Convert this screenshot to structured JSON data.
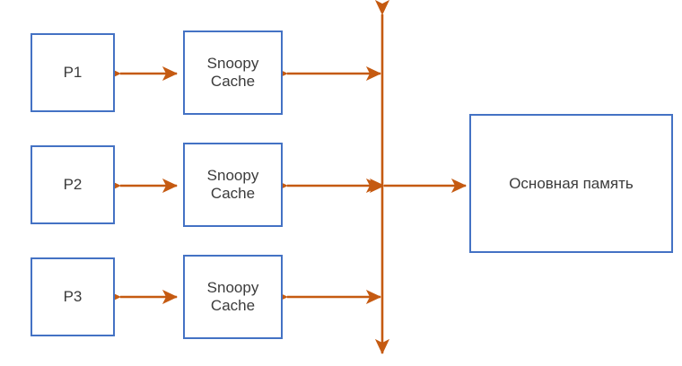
{
  "diagram": {
    "title": "Snoopy cache coherence bus diagram",
    "colors": {
      "box_border": "#4472C4",
      "arrow": "#C55A11",
      "text": "#3b3b3b",
      "background": "#ffffff"
    },
    "processors": [
      {
        "label": "P1"
      },
      {
        "label": "P2"
      },
      {
        "label": "P3"
      }
    ],
    "caches": [
      {
        "label": "Snoopy\nCache"
      },
      {
        "label": "Snoopy\nCache"
      },
      {
        "label": "Snoopy\nCache"
      }
    ],
    "memory": {
      "label": "Основная память"
    },
    "bus": {
      "label": "system-bus"
    },
    "connections": [
      {
        "name": "p1-to-cache1",
        "kind": "double-arrow"
      },
      {
        "name": "cache1-to-bus",
        "kind": "double-arrow"
      },
      {
        "name": "p2-to-cache2",
        "kind": "double-arrow"
      },
      {
        "name": "cache2-to-bus",
        "kind": "double-arrow"
      },
      {
        "name": "bus-to-memory",
        "kind": "double-arrow"
      },
      {
        "name": "p3-to-cache3",
        "kind": "double-arrow"
      },
      {
        "name": "cache3-to-bus",
        "kind": "double-arrow"
      }
    ]
  }
}
